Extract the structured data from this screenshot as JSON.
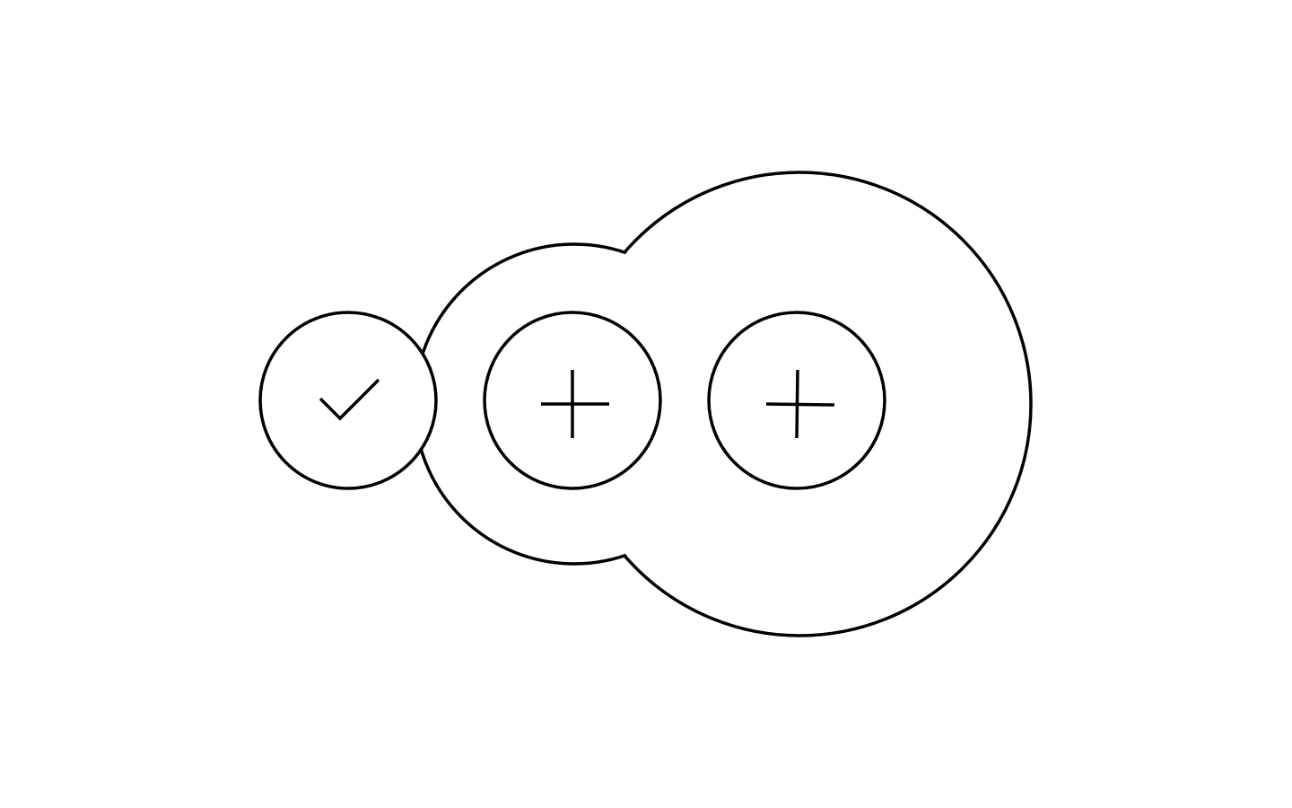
{
  "colors": {
    "background": "#ffffff",
    "stroke": "#000000"
  },
  "steps": [
    {
      "state": "completed",
      "icon": "check-icon"
    },
    {
      "state": "add",
      "icon": "plus-icon"
    },
    {
      "state": "add",
      "icon": "plus-icon"
    }
  ]
}
